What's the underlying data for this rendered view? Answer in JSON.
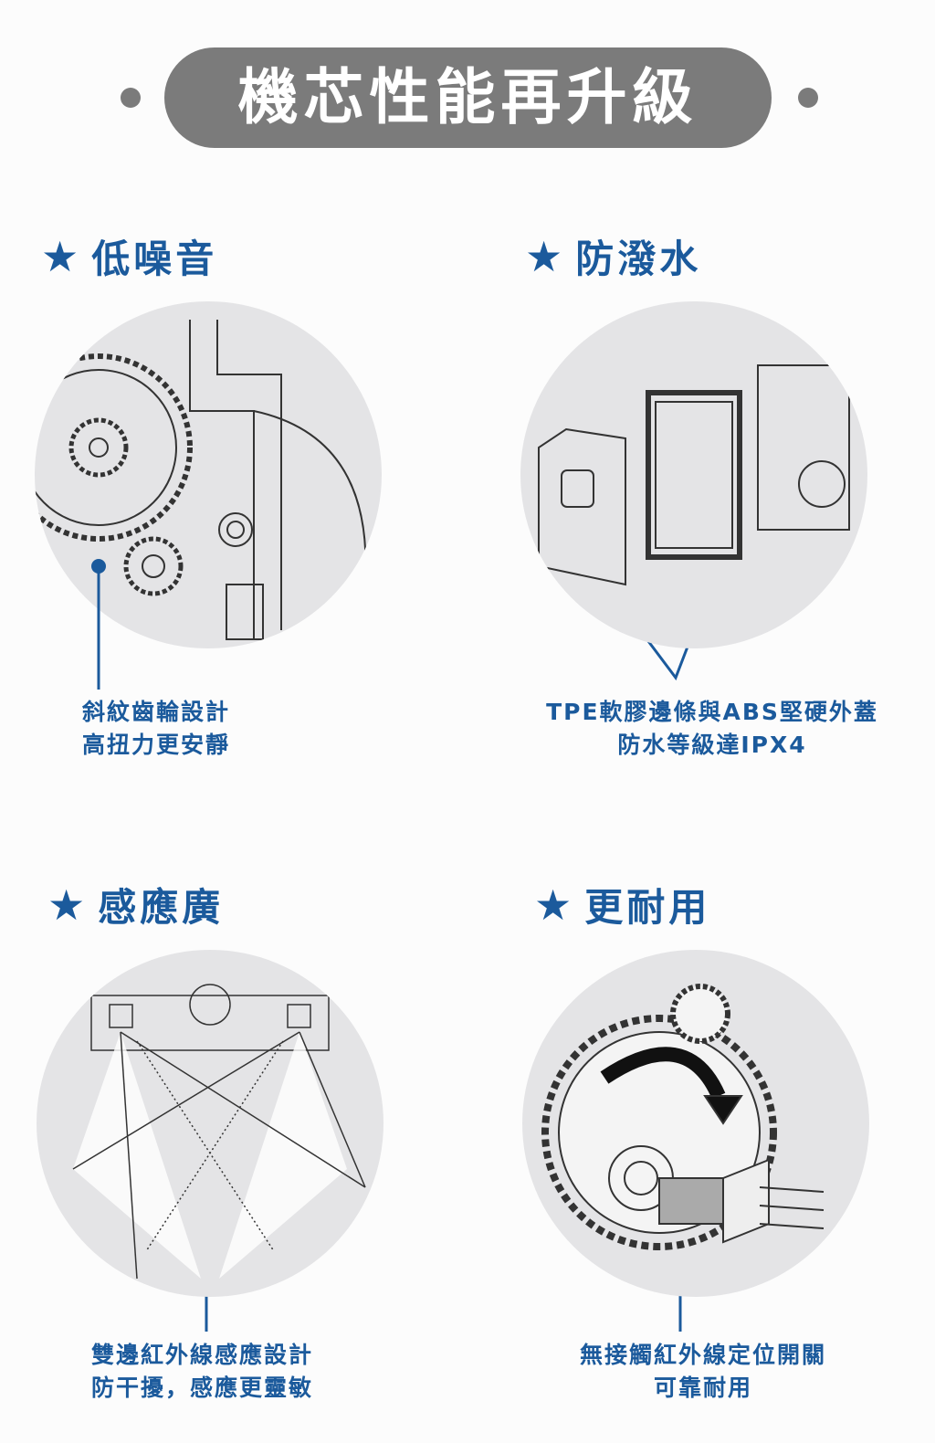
{
  "title": "機芯性能再升級",
  "accent_color": "#1b5a9c",
  "sections": [
    {
      "heading": "低噪音",
      "icon": "star-icon",
      "caption": [
        "斜紋齒輪設計",
        "高扭力更安靜"
      ]
    },
    {
      "heading": "防潑水",
      "icon": "star-icon",
      "caption": [
        "TPE軟膠邊條與ABS堅硬外蓋",
        "防水等級達IPX4"
      ]
    },
    {
      "heading": "感應廣",
      "icon": "star-icon",
      "caption": [
        "雙邊紅外線感應設計",
        "防干擾，感應更靈敏"
      ]
    },
    {
      "heading": "更耐用",
      "icon": "star-icon",
      "caption": [
        "無接觸紅外線定位開關",
        "可靠耐用"
      ]
    }
  ]
}
